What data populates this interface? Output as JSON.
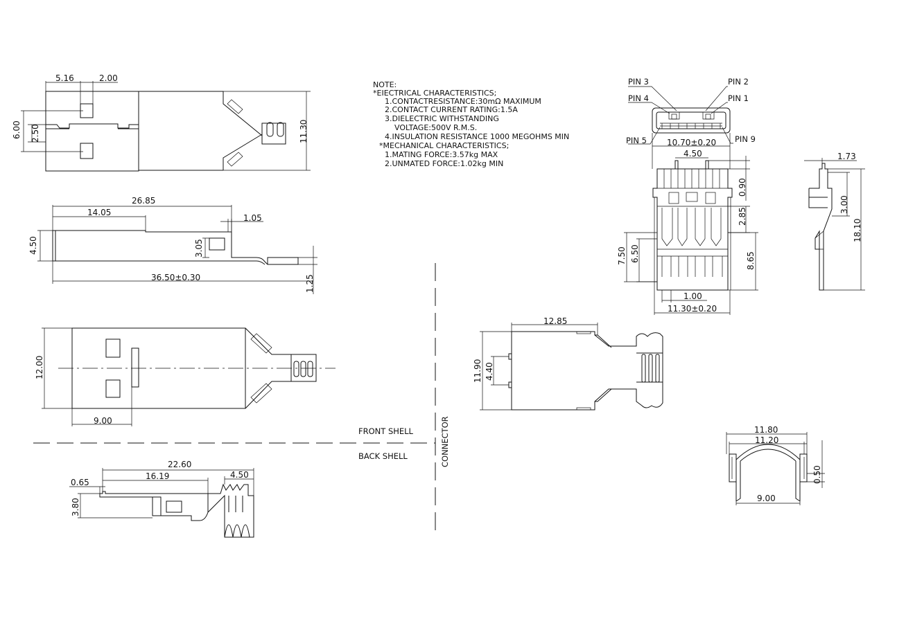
{
  "notes": {
    "title": "NOTE:",
    "lines": [
      "*EIECTRICAL  CHARACTERISTICS;",
      "1.CONTACTRESISTANCE:30mΩ  MAXIMUM",
      "2.CONTACT  CURRENT  RATING:1.5A",
      "3.DIELECTRIC  WITHSTANDING",
      "VOLTAGE:500V  R.M.S.",
      "4.INSULATION  RESISTANCE  1000  MEGOHMS  MIN",
      "*MECHANICAL  CHARACTERISTICS;",
      "1.MATING  FORCE:3.57kg  MAX",
      "2.UNMATED  FORCE:1.02kg  MIN"
    ]
  },
  "pins": [
    "PIN  3",
    "PIN  2",
    "PIN  4",
    "PIN  1",
    "PIN  5",
    "PIN  9"
  ],
  "labels": {
    "front_shell": "FRONT  SHELL",
    "back_shell": "BACK  SHELL",
    "connector": "CONNECTOR"
  },
  "dims": {
    "top_view": [
      "5.16",
      "2.00",
      "6.00",
      "2.50",
      "11.30"
    ],
    "side_view": [
      "26.85",
      "14.05",
      "1.05",
      "4.50",
      "3.05",
      "36.50±0.30",
      "1.25"
    ],
    "front_shell_top": [
      "12.00",
      "9.00"
    ],
    "back_shell_side": [
      "22.60",
      "16.19",
      "0.65",
      "4.50",
      "3.80"
    ],
    "front_view": [
      "10.70±0.20",
      "4.50",
      "0.90",
      "2.85",
      "7.50",
      "6.50",
      "8.65",
      "1.00",
      "11.30±0.20"
    ],
    "right_side": [
      "1.73",
      "3.00",
      "18.10"
    ],
    "back_shell_top": [
      "12.85",
      "11.90",
      "4.40"
    ],
    "back_shell_end": [
      "11.80",
      "11.20",
      "0.50",
      "9.00"
    ]
  }
}
